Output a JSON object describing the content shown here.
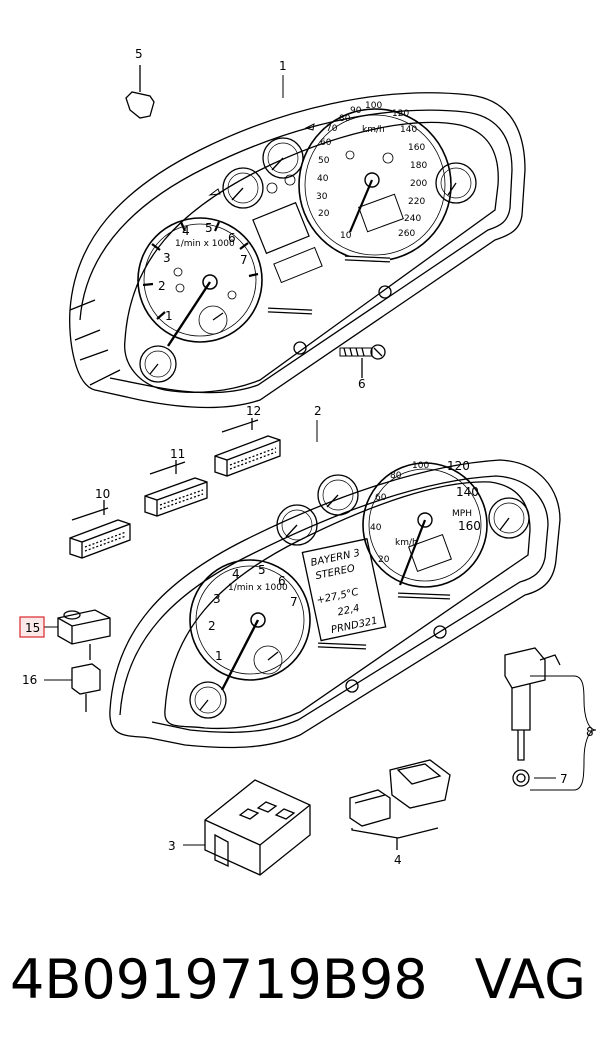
{
  "callouts": {
    "c1": "1",
    "c2": "2",
    "c3": "3",
    "c4": "4",
    "c5": "5",
    "c6": "6",
    "c7": "7",
    "c8": "8",
    "c10": "10",
    "c11": "11",
    "c12": "12",
    "c15": "15",
    "c16": "16"
  },
  "cluster1": {
    "speed_ticks": [
      "10",
      "20",
      "30",
      "40",
      "50",
      "60",
      "70",
      "80",
      "90",
      "100",
      "120",
      "140",
      "160",
      "180",
      "200",
      "220",
      "240",
      "260"
    ],
    "speed_unit": "km/h",
    "rpm_ticks": [
      "1",
      "2",
      "3",
      "4",
      "5",
      "6",
      "7"
    ],
    "rpm_unit": "1/min x 1000"
  },
  "cluster2": {
    "speed_ticks": [
      "20",
      "40",
      "60",
      "80",
      "100",
      "120",
      "140",
      "160"
    ],
    "speed_unit": "km/h",
    "mph_label": "MPH",
    "rpm_ticks": [
      "1",
      "2",
      "3",
      "4",
      "5",
      "6",
      "7"
    ],
    "rpm_unit": "1/min x 1000",
    "display_line1": "BAYERN 3",
    "display_line2": "STEREO",
    "display_temp": "+27,5°C",
    "display_odo": "22,4",
    "display_gear": "PRND321"
  },
  "footer": {
    "part_number": "4B0919719B98",
    "brand": "VAG"
  },
  "highlight_color": "#d9262c"
}
